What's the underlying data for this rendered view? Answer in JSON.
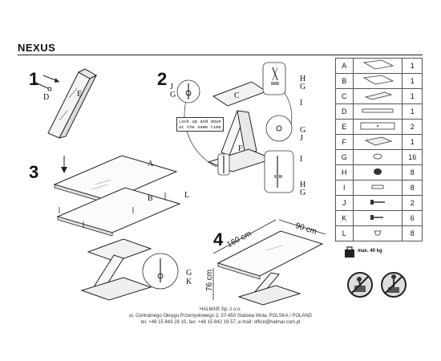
{
  "header": {
    "title": "NEXUS"
  },
  "steps": [
    "1",
    "2",
    "3",
    "4"
  ],
  "step1": {
    "callouts": [
      "D",
      "E"
    ]
  },
  "step2": {
    "callouts": [
      "H",
      "G",
      "J",
      "G",
      "I",
      "C",
      "F",
      "G",
      "J",
      "I",
      "H",
      "G"
    ],
    "note_line1": "Lock up and down",
    "note_line2": "at the same time"
  },
  "step3": {
    "callouts": [
      "A",
      "B",
      "L",
      "G",
      "K"
    ]
  },
  "step4": {
    "length": "160 cm",
    "width": "90 cm",
    "height": "76 cm"
  },
  "parts": [
    {
      "letter": "A",
      "qty": "1"
    },
    {
      "letter": "B",
      "qty": "1"
    },
    {
      "letter": "C",
      "qty": "1"
    },
    {
      "letter": "D",
      "qty": "1"
    },
    {
      "letter": "E",
      "qty": "2"
    },
    {
      "letter": "F",
      "qty": "1"
    },
    {
      "letter": "G",
      "qty": "16"
    },
    {
      "letter": "H",
      "qty": "8"
    },
    {
      "letter": "I",
      "qty": "8"
    },
    {
      "letter": "J",
      "qty": "2"
    },
    {
      "letter": "K",
      "qty": "6"
    },
    {
      "letter": "L",
      "qty": "8"
    }
  ],
  "max_weight": "max. 40 kg",
  "footer": {
    "company": "HALMAR Sp. z o.o.",
    "address": "ul. Centralnego Okręgu Przemysłowego 2, 37-450 Stalowa Wola, POLSKA / POLAND",
    "contact": "tel. +48 15 843 28 10, fax: +48 15 842 19 57, e-mail: office@halmar.com.pl"
  }
}
